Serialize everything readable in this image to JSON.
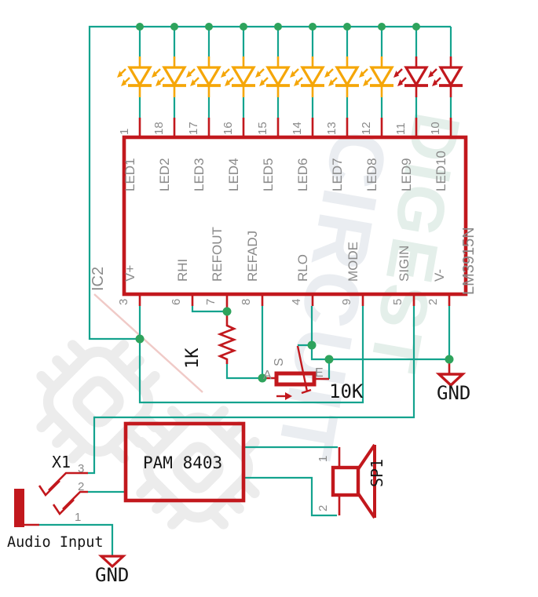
{
  "colors": {
    "wire_teal": "#14a38e",
    "junction_green": "#2ea35c",
    "component_red": "#c2181d",
    "led_amber": "#f5a608",
    "led_red": "#c2181d",
    "label_gray": "#8a8a8a",
    "text_black": "#161616"
  },
  "watermark": {
    "word1": "CIRCUIT",
    "word2": "DIGEST"
  },
  "ic": {
    "ref": "IC2",
    "part": "LM3915N",
    "top_pins": [
      {
        "number": "1",
        "label": "LED1"
      },
      {
        "number": "18",
        "label": "LED2"
      },
      {
        "number": "17",
        "label": "LED3"
      },
      {
        "number": "16",
        "label": "LED4"
      },
      {
        "number": "15",
        "label": "LED5"
      },
      {
        "number": "14",
        "label": "LED6"
      },
      {
        "number": "13",
        "label": "LED7"
      },
      {
        "number": "12",
        "label": "LED8"
      },
      {
        "number": "11",
        "label": "LED9"
      },
      {
        "number": "10",
        "label": "LED10"
      }
    ],
    "bottom_pins": [
      {
        "number": "3",
        "label": "V+"
      },
      {
        "number": "6",
        "label": "RHI"
      },
      {
        "number": "7",
        "label": "REFOUT"
      },
      {
        "number": "8",
        "label": "REFADJ"
      },
      {
        "number": "4",
        "label": "RLO"
      },
      {
        "number": "9",
        "label": "MODE"
      },
      {
        "number": "5",
        "label": "SIGIN"
      },
      {
        "number": "2",
        "label": "V-"
      }
    ]
  },
  "resistor": {
    "value": "1K"
  },
  "potentiometer": {
    "value": "10K",
    "terminal_a": "A",
    "terminal_s": "S",
    "terminal_e": "E"
  },
  "ground_top": {
    "label": "GND"
  },
  "ground_bottom": {
    "label": "GND"
  },
  "amplifier": {
    "label": "PAM 8403"
  },
  "speaker": {
    "ref": "SP1",
    "pin1": "1",
    "pin2": "2"
  },
  "jack": {
    "ref": "X1",
    "caption": "Audio Input",
    "pin3": "3",
    "pin2": "2",
    "pin1": "1"
  }
}
